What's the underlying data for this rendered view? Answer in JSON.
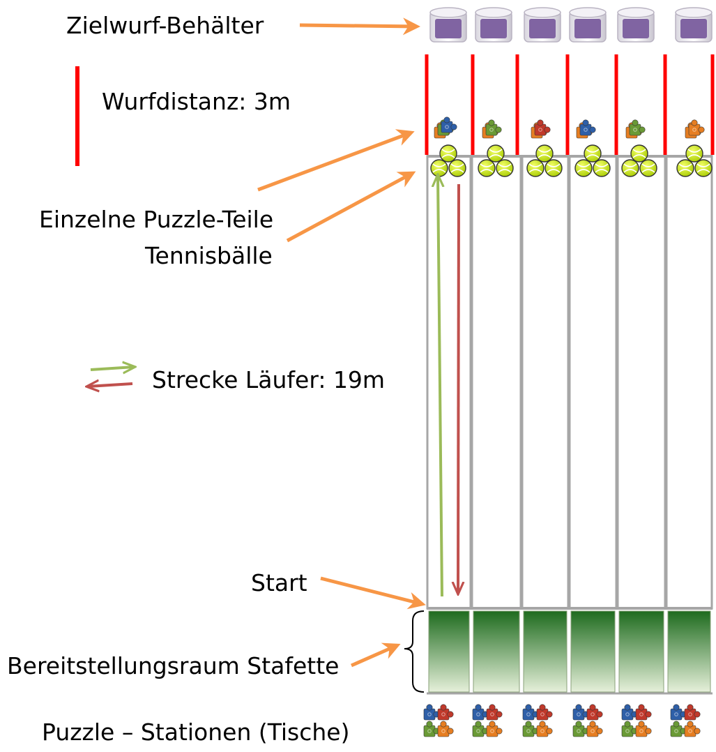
{
  "labels": {
    "bins": "Zielwurf-Behälter",
    "throw_distance": "Wurfdistanz: 3m",
    "puzzle_pieces": "Einzelne Puzzle-Teile",
    "tennis_balls": "Tennisbälle",
    "runner_track": "Strecke Läufer: 19m",
    "start": "Start",
    "staging_area": "Bereitstellungsraum Stafette",
    "puzzle_stations": "Puzzle – Stationen (Tische)"
  },
  "lanes": 6,
  "colors": {
    "arrow_orange": "#f79646",
    "throw_line_red": "#ff0000",
    "run_out_green": "#9bbb59",
    "run_back_red": "#c0504d",
    "bin_purple": "#8064a2",
    "tennis_ball": "#ccee11",
    "staging_green": "#1e6b1e",
    "lane_gray": "#a6a6a6",
    "piece_blue": "#2e5fa8",
    "piece_green": "#6a9a36",
    "piece_red": "#c0392b",
    "piece_orange": "#e67e22"
  }
}
